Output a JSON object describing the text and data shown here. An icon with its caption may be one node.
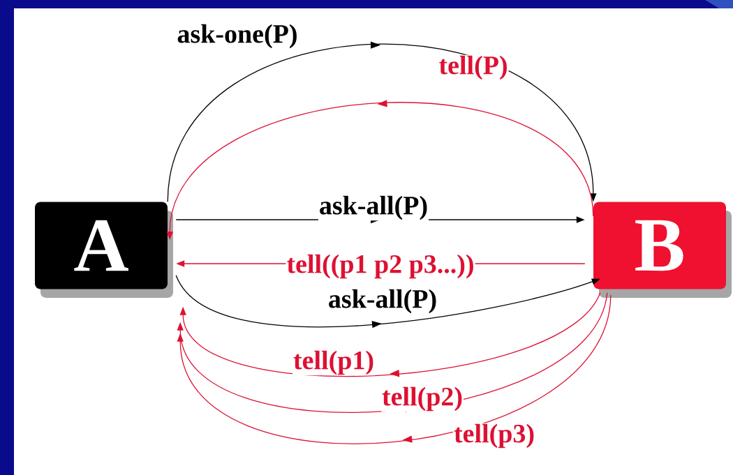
{
  "diagram": {
    "nodes": [
      {
        "text": [
          "A"
        ]
      },
      {
        "text": [
          "B"
        ]
      }
    ],
    "edges": [
      {
        "from": 0,
        "to": 1,
        "arrow": "to",
        "label": "ask-one(P)",
        "color": "#000000"
      },
      {
        "from": 1,
        "to": 0,
        "arrow": "to",
        "label": "tell(P)"
      },
      {
        "from": 0,
        "to": 1,
        "arrow": "to",
        "label": "ask-all(P)",
        "color": "#000000"
      },
      {
        "from": 1,
        "to": 0,
        "arrow": "to",
        "label": "tell((p1 p2 p3...))"
      },
      {
        "from": 0,
        "to": 1,
        "arrow": "to",
        "label": "ask-all(P)",
        "color": "#000000"
      },
      {
        "from": 1,
        "to": 0,
        "arrow": "to",
        "label": "tell(p1)"
      },
      {
        "from": 1,
        "to": 0,
        "arrow": "to",
        "label": "tell(p2)"
      },
      {
        "from": 1,
        "to": 0,
        "arrow": "to",
        "label": "tell(p3)"
      }
    ]
  }
}
